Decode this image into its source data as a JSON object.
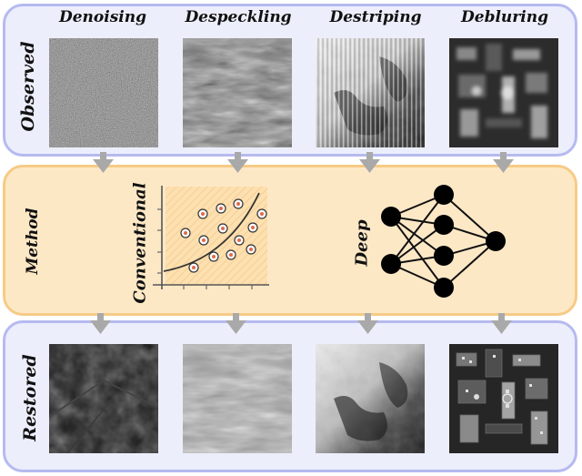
{
  "columns": [
    {
      "id": "denoising",
      "label": "Denoising"
    },
    {
      "id": "despeckling",
      "label": "Despeckling"
    },
    {
      "id": "destriping",
      "label": "Destriping"
    },
    {
      "id": "debluring",
      "label": "Debluring"
    }
  ],
  "rows": {
    "observed": "Observed",
    "method": "Method",
    "restored": "Restored"
  },
  "method": {
    "conventional": "Conventional",
    "deep": "Deep"
  },
  "colors": {
    "panel_blue": "#eceefc",
    "panel_blue_border": "#b6baf0",
    "panel_orange": "#fde8c6",
    "panel_orange_border": "#f6cb86",
    "arrow": "#a9a9a9",
    "scatter_point": "#e06a4a"
  }
}
